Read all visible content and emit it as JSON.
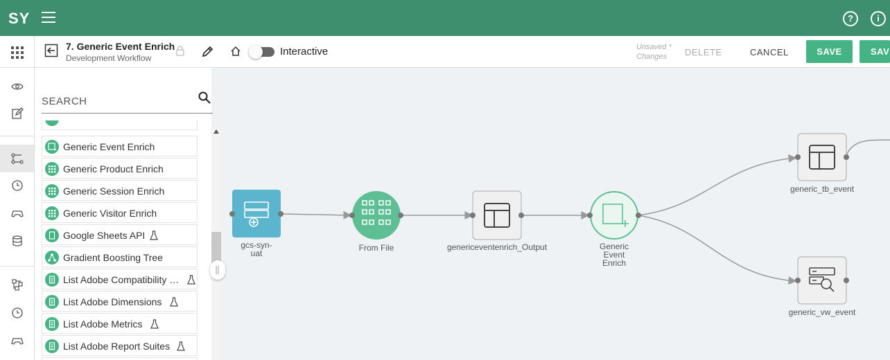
{
  "topbar": {
    "logo": "SY",
    "help_icon": "question-circle-icon",
    "info_icon": "info-circle-icon"
  },
  "toolbar": {
    "title": "7. Generic Event Enrich",
    "subtitle": "Development Workflow",
    "interactive_label": "Interactive",
    "interactive_on": false,
    "unsaved_line1": "Unsaved",
    "unsaved_line2": "Changes",
    "unsaved_mark": "*",
    "delete_label": "DELETE",
    "cancel_label": "CANCEL",
    "save_label": "SAVE",
    "save_as_label": "SAV"
  },
  "panel": {
    "search_placeholder": "SEARCH",
    "items": [
      {
        "label": "Generic Event Enrich",
        "beta": false
      },
      {
        "label": "Generic Product Enrich",
        "beta": false
      },
      {
        "label": "Generic Session Enrich",
        "beta": false
      },
      {
        "label": "Generic Visitor Enrich",
        "beta": false
      },
      {
        "label": "Google Sheets API",
        "beta": true
      },
      {
        "label": "Gradient Boosting Tree",
        "beta": false
      },
      {
        "label": "List Adobe Compatibility …",
        "beta": true
      },
      {
        "label": "List Adobe Dimensions",
        "beta": true
      },
      {
        "label": "List Adobe Metrics",
        "beta": true
      },
      {
        "label": "List Adobe Report Suites",
        "beta": true
      }
    ]
  },
  "nodes": {
    "gcs": {
      "line1": "gcs-syn-",
      "line2": "uat"
    },
    "from_file": {
      "label": "From File"
    },
    "output": {
      "label": "genericeventenrich_Output"
    },
    "enrich": {
      "line1": "Generic",
      "line2": "Event",
      "line3": "Enrich"
    },
    "tb_event": {
      "label": "generic_tb_event"
    },
    "vw_event": {
      "label": "generic_vw_event"
    }
  },
  "colors": {
    "brand": "#3e8f6d",
    "accent": "#45b384",
    "source": "#5bb5cc"
  }
}
